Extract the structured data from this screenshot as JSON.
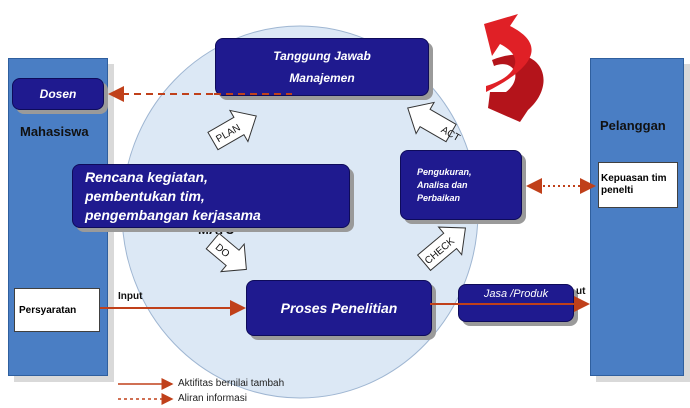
{
  "left_panel": {
    "title": "Mahasiswa",
    "top_box": "Dosen",
    "bottom_box": "Persyaratan"
  },
  "right_panel": {
    "title": "Pelanggan",
    "box": "Kepuasan tim penelti"
  },
  "center_label": "MATU",
  "boxes": {
    "top": [
      "Tanggung Jawab",
      "Manajemen"
    ],
    "rencana": [
      "Rencana kegiatan,",
      "pembentukan tim,",
      "pengembangan kerjasama"
    ],
    "pengukuran": [
      "Pengukuran,",
      "Analisa dan",
      "Perbaikan"
    ],
    "proses": "Proses Penelitian",
    "jasa": "Jasa /Produk"
  },
  "arrows": {
    "plan": "PLAN",
    "act": "ACT",
    "do": "DO",
    "check": "CHECK"
  },
  "flow_labels": {
    "input": "Input",
    "output_partial": "ut"
  },
  "legend": {
    "solid": "Aktifitas bernilai tambah",
    "dashed": "Aliran informasi"
  },
  "colors": {
    "pillar": "#4a7ec4",
    "navy": "#1f1a8f",
    "circle": "#dce8f5",
    "flow": "#c0401a",
    "curve_arrow": "#d8161e"
  }
}
